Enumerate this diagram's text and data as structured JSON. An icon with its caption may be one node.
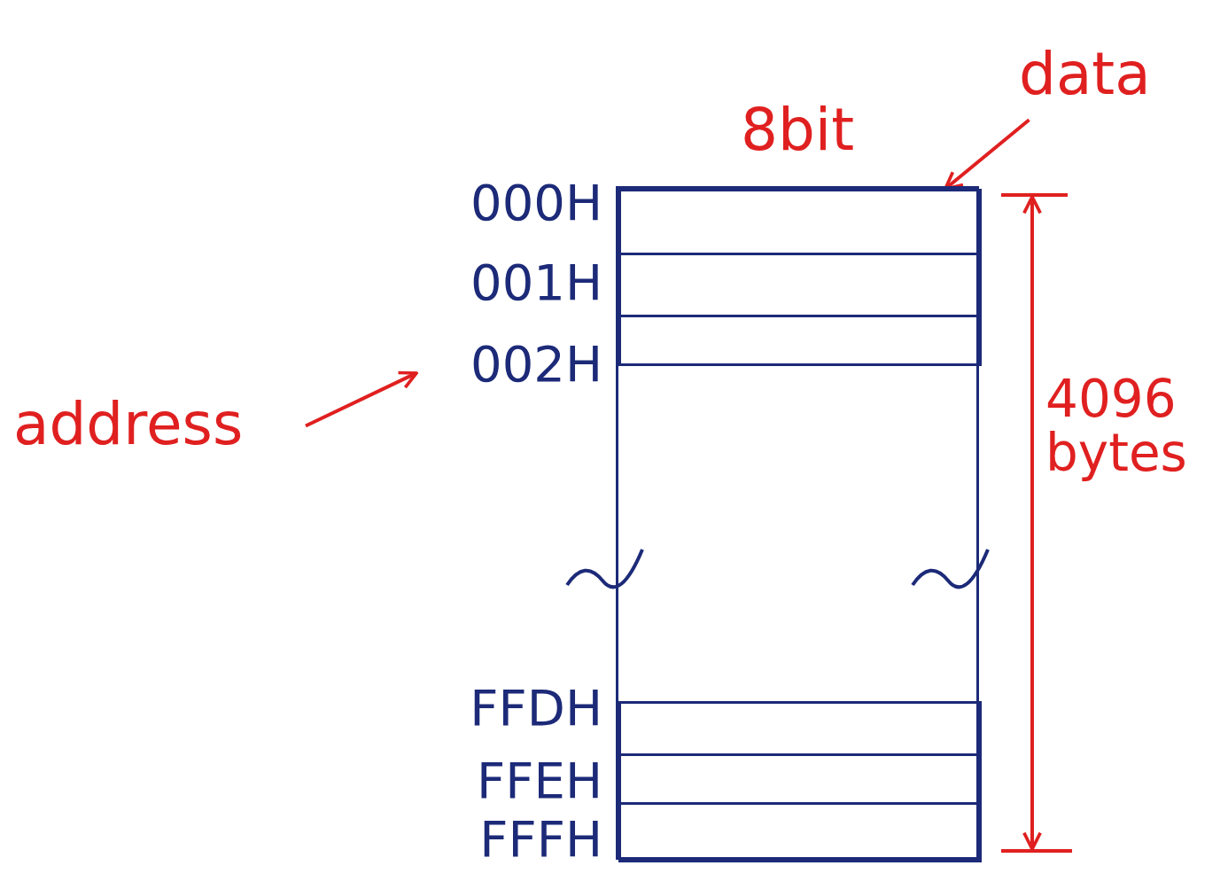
{
  "diagram": {
    "nodes": [
      {
        "text": [
          "data"
        ]
      },
      {
        "text": [],
        "shape": "box"
      },
      {
        "text": [],
        "shape": "box",
        "in": 1
      },
      {
        "text": [],
        "shape": "box",
        "in": 1
      },
      {
        "text": [],
        "shape": "box",
        "in": 1
      },
      {
        "text": [],
        "shape": "box",
        "in": 1
      },
      {
        "text": [],
        "shape": "box",
        "in": 1
      },
      {
        "text": [],
        "shape": "box",
        "in": 1
      },
      {
        "text": [
          "002H"
        ]
      },
      {
        "text": [
          "address"
        ]
      }
    ],
    "edges": [
      {
        "from": 0,
        "to": 2,
        "arrow": "to"
      },
      {
        "from": 9,
        "to": 8,
        "arrow": "to"
      }
    ],
    "labels": [
      "8bit",
      "000H",
      "001H",
      "FFDH",
      "FFEH",
      "FFFH",
      "4096 bytes"
    ]
  }
}
